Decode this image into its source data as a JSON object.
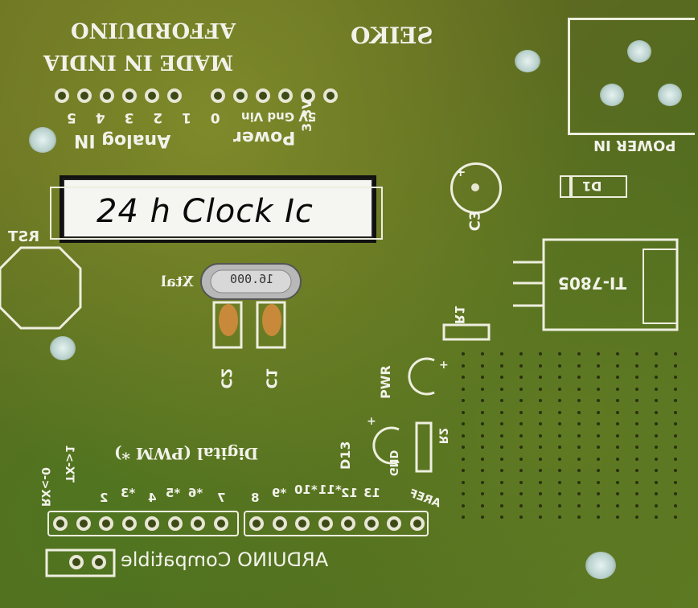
{
  "board": {
    "maker": "AFFORDUINO",
    "origin": "MADE IN INDIA",
    "brand": "SEIKO",
    "compat": "ARDUINO Compatible",
    "ic_label": "24 h Clock Ic",
    "crystal_text": "16.000",
    "labels": {
      "analog": "Analog IN",
      "analog_pins": "0 1 2 3 4 5",
      "power": "Power",
      "power_pins": "5V Gnd Vin",
      "v33": "3.3V",
      "power_in": "POWER IN",
      "d1": "D1",
      "c3": "C3",
      "reg": "7805",
      "reg_prefix": "TI-",
      "r1": "R1",
      "pwr": "PWR",
      "r2": "R2",
      "d13": "D13",
      "rst": "RST",
      "xtal": "Xtal",
      "c2": "C2",
      "c1": "C1",
      "digital": "Digital (PWM *)",
      "rx": "RX<-0",
      "tx": "TX->1",
      "d2": "2",
      "d3": "*3",
      "d4": "4",
      "d5": "*5",
      "d6": "*6",
      "d7": "7",
      "d8": "8",
      "d9": "*9",
      "d10": "*10",
      "d11": "*11",
      "d12": "12",
      "d13pin": "13",
      "gnd": "GND",
      "aref": "AREF",
      "plus": "+"
    }
  }
}
